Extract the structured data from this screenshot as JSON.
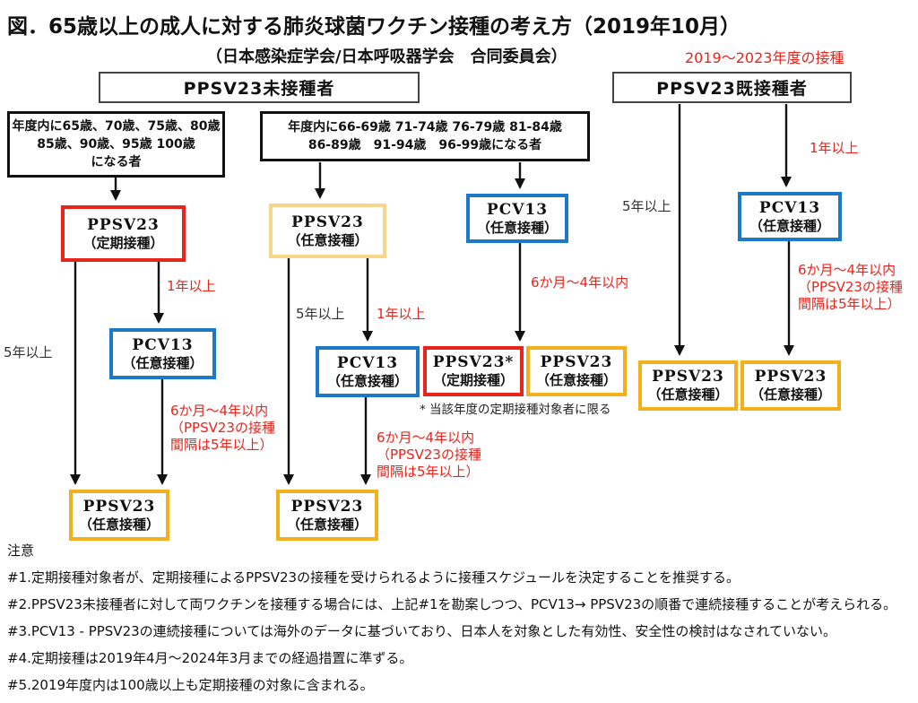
{
  "title": "図．65歳以上の成人に対する肺炎球菌ワクチン接種の考え方（2019年10月）",
  "subtitle": "（日本感染症学会/日本呼吸器学会　合同委員会）",
  "period_note": "2019～2023年度の接種",
  "headers": {
    "unvaccinated": "PPSV23未接種者",
    "vaccinated": "PPSV23既接種者"
  },
  "age_boxes": {
    "regular": {
      "line1": "年度内に65歳、70歳、75歳、80歳",
      "line2": "85歳、90歳、95歳 100歳",
      "line3": "になる者"
    },
    "other": {
      "line1": "年度内に66-69歳 71-74歳  76-79歳 81-84歳",
      "line2": "86-89歳　91-94歳　96-99歳になる者"
    }
  },
  "nodes": {
    "c1_ppsv23_routine": {
      "name": "PPSV23",
      "kind": "（定期接種）"
    },
    "c1_pcv13": {
      "name": "PCV13",
      "kind": "（任意接種）"
    },
    "c1_ppsv23_vol": {
      "name": "PPSV23",
      "kind": "（任意接種）"
    },
    "c2_ppsv23_vol_top": {
      "name": "PPSV23",
      "kind": "（任意接種）"
    },
    "c2_pcv13": {
      "name": "PCV13",
      "kind": "（任意接種）"
    },
    "c2_ppsv23_vol_bottom": {
      "name": "PPSV23",
      "kind": "（任意接種）"
    },
    "c3_pcv13": {
      "name": "PCV13",
      "kind": "（任意接種）"
    },
    "c3_ppsv23_routine": {
      "name": "PPSV23*",
      "kind": "（定期接種）"
    },
    "c3_ppsv23_vol": {
      "name": "PPSV23",
      "kind": "（任意接種）"
    },
    "c5_ppsv23_vol": {
      "name": "PPSV23",
      "kind": "（任意接種）"
    },
    "c6_pcv13": {
      "name": "PCV13",
      "kind": "（任意接種）"
    },
    "c6_ppsv23_vol": {
      "name": "PPSV23",
      "kind": "（任意接種）"
    }
  },
  "edge_labels": {
    "c1_1yr": "1年以上",
    "c1_5yr": "5年以上",
    "c1_interval": {
      "line1": "6か月～4年以内",
      "line2": "（PPSV23の接種",
      "line3": "間隔は5年以上）"
    },
    "c2_5yr": "5年以上",
    "c2_1yr": "1年以上",
    "c2_interval": {
      "line1": "6か月～4年以内",
      "line2": "（PPSV23の接種",
      "line3": "間隔は5年以上）"
    },
    "c3_interval": "6か月～4年以内",
    "c5_5yr": "5年以上",
    "c6_1yr": "1年以上",
    "c6_interval": {
      "line1": "6か月～4年以内",
      "line2": "（PPSV23の接種",
      "line3": "間隔は5年以上）"
    }
  },
  "asterisk_note": "* 当該年度の定期接種対象者に限る",
  "notes": {
    "heading": "注意",
    "items": [
      "#1.定期接種対象者が、定期接種によるPPSV23の接種を受けられるように接種スケジュールを決定することを推奨する。",
      "#2.PPSV23未接種者に対して両ワクチンを接種する場合には、上記#1を勘案しつつ、PCV13→ PPSV23の順番で連続接種することが考えられる。",
      "#3.PCV13 - PPSV23の連続接種については海外のデータに基づいており、日本人を対象とした有効性、安全性の検討はなされていない。",
      "#4.定期接種は2019年4月～2024年3月までの経過措置に準ずる。",
      "#5.2019年度内は100歳以上も定期接種の対象に含まれる。"
    ]
  },
  "colors": {
    "routine_red": "#E8251D",
    "pcv_blue": "#1E78C8",
    "voluntary_gold": "#F2B01E",
    "voluntary_gold_light": "#F7D58B",
    "label_red": "#E8251D",
    "line_black": "#111111"
  }
}
